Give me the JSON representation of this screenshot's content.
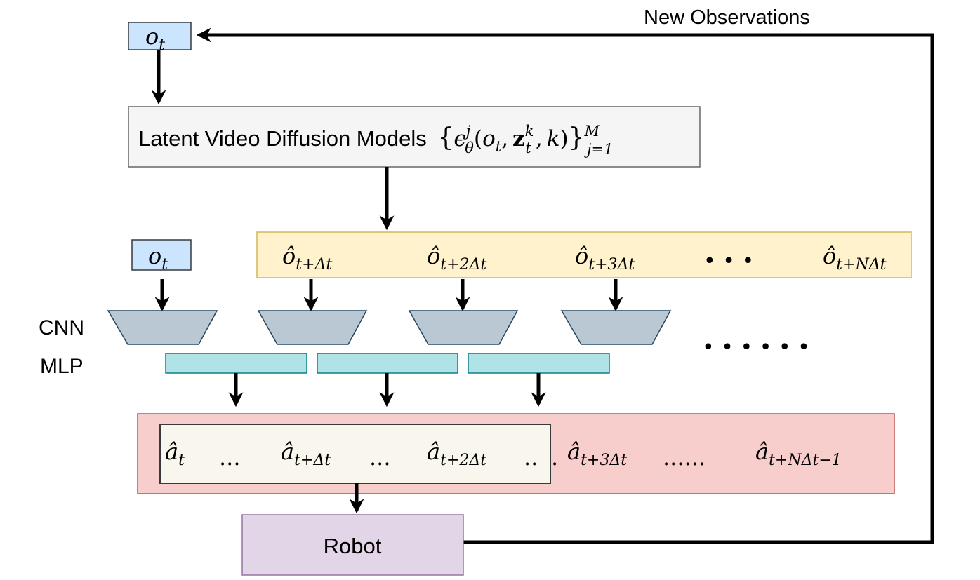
{
  "loop": {
    "label": "New Observations"
  },
  "top_observation": {
    "var": "o",
    "sub": "t"
  },
  "diffusion": {
    "text": "Latent Video Diffusion Models",
    "eps": "ϵ",
    "sup_j": "j",
    "sub_theta": "θ",
    "args_open": "(",
    "arg_o": "o",
    "arg_o_sub": "t",
    "comma1": ",",
    "arg_z": "z",
    "arg_z_sup": "k",
    "arg_z_sub": "t",
    "comma2": ",",
    "arg_k": "k",
    "args_close": ")",
    "brace_open": "{",
    "brace_close": "}",
    "range_sup": "M",
    "range_sub": "j=1"
  },
  "current_obs": {
    "var": "o",
    "sub": "t"
  },
  "predicted_frames": [
    {
      "var": "ô",
      "sub": "t+Δt"
    },
    {
      "var": "ô",
      "sub": "t+2Δt"
    },
    {
      "var": "ô",
      "sub": "t+3Δt"
    },
    {
      "var": "ô",
      "sub": "t+NΔt"
    }
  ],
  "frames_ellipsis": "• • •",
  "encoder_ellipsis": "• • • • • •",
  "labels": {
    "cnn": "CNN",
    "mlp": "MLP"
  },
  "actions": {
    "items": [
      {
        "var": "â",
        "sub": "t"
      },
      {
        "var": "â",
        "sub": "t+Δt"
      },
      {
        "var": "â",
        "sub": "t+2Δt"
      },
      {
        "var": "â",
        "sub": "t+3Δt"
      },
      {
        "var": "â",
        "sub": "t+NΔt−1"
      }
    ],
    "dots": [
      "...",
      "...",
      "..",
      ".",
      "......"
    ]
  },
  "robot": {
    "label": "Robot"
  },
  "colors": {
    "obs_fill": "#cce5ff",
    "obs_stroke": "#36393d",
    "diffusion_fill": "#f5f5f5",
    "diffusion_stroke": "#666666",
    "frames_fill": "#fff2cc",
    "frames_stroke": "#d6b656",
    "cnn_fill": "#bac8d3",
    "cnn_stroke": "#23445d",
    "mlp_fill": "#b0e3e6",
    "mlp_stroke": "#0e8088",
    "actions_fill": "#f8cecc",
    "actions_stroke": "#b85450",
    "executed_fill": "#f9f7ed",
    "executed_stroke": "#36393d",
    "robot_fill": "#e1d5e7",
    "robot_stroke": "#9673a6"
  }
}
